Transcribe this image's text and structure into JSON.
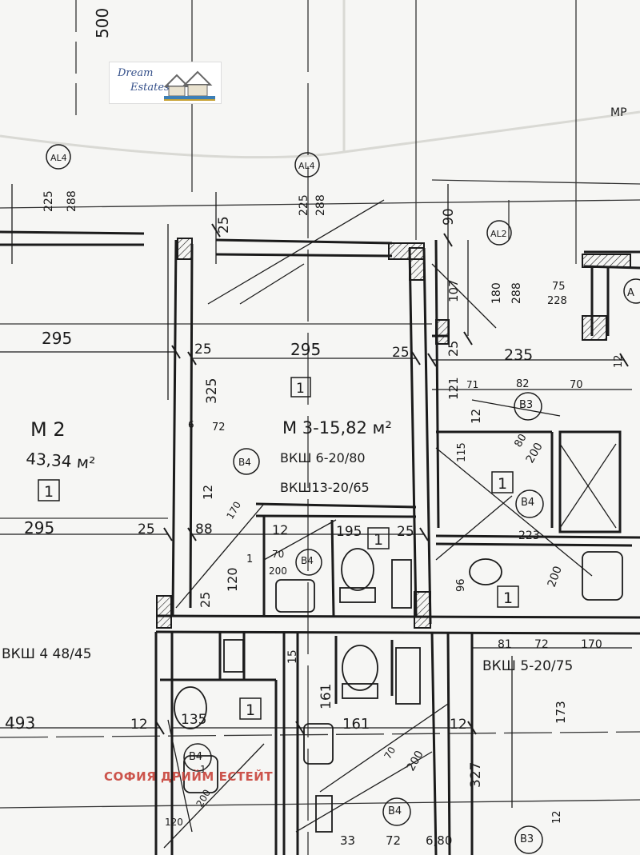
{
  "logo": {
    "line1": "Dream",
    "line2": "Estates"
  },
  "watermark": "СОФИЯ ДРИЙМ ЕСТЕЙТ",
  "rooms": {
    "m2_label": "М 2",
    "m2_area": "43,34 м²",
    "m3_label": "М 3-15,82 м²",
    "m3_spec1": "ВКШ 6-20/80",
    "m3_spec2": "ВКШ13-20/65",
    "vksh4": "ВКШ 4 48/45",
    "vksh5": "ВКШ 5-20/75"
  },
  "axis_labels": {
    "a1": "AL4",
    "a2": "AL4",
    "a3": "AL2",
    "a4": "A"
  },
  "window_marks": {
    "w1": "B4",
    "w2": "B3",
    "w3": "B4",
    "w4": "B4",
    "w5": "B4",
    "w6": "B4",
    "w7": "B3"
  },
  "floor_tags": [
    "1",
    "1",
    "1",
    "1",
    "1",
    "1",
    "1",
    "1"
  ],
  "dimensions": {
    "d_500": "500",
    "d_225a": "225",
    "d_288a": "288",
    "d_225b": "225",
    "d_288b": "288",
    "d_25a": "25",
    "d_90": "90",
    "d_180": "180",
    "d_288c": "288",
    "d_75": "75",
    "d_228": "228",
    "d_107": "107",
    "d_295a": "295",
    "d_25b": "25",
    "d_295b": "295",
    "d_25c": "25",
    "d_25d": "25",
    "d_235": "235",
    "d_325": "325",
    "d_121": "121",
    "d_71": "71",
    "d_82": "82",
    "d_70a": "70",
    "d_12a": "12",
    "d_6": "6",
    "d_72a": "72",
    "d_12b": "12",
    "d_115": "115",
    "d_80": "80",
    "d_200a": "200",
    "d_12c": "12",
    "d_170": "170",
    "d_295c": "295",
    "d_25e": "25",
    "d_88": "88",
    "d_12d": "12",
    "d_195": "195",
    "d_25f": "25",
    "d_223": "223",
    "d_120": "120",
    "d_70b": "70",
    "d_200b": "200",
    "d_200c": "200",
    "d_25g": "25",
    "d_81": "81",
    "d_72b": "72",
    "d_170b": "170",
    "d_493": "493",
    "d_12e": "12",
    "d_135": "135",
    "d_161a": "161",
    "d_161b": "161",
    "d_12f": "12",
    "d_173": "173",
    "d_327": "327",
    "d_200d": "200",
    "d_70c": "70",
    "d_12g": "12",
    "d_33": "33",
    "d_72c": "72",
    "d_680": "6,80",
    "d_200e": "200",
    "d_120b": "120",
    "d_15": "15",
    "d_96": "96",
    "d_mp": "MP"
  },
  "colors": {
    "paper": "#f6f6f4",
    "ink": "#1b1b1b",
    "watermark": "#c9473e",
    "logo_blue": "#35508a"
  }
}
